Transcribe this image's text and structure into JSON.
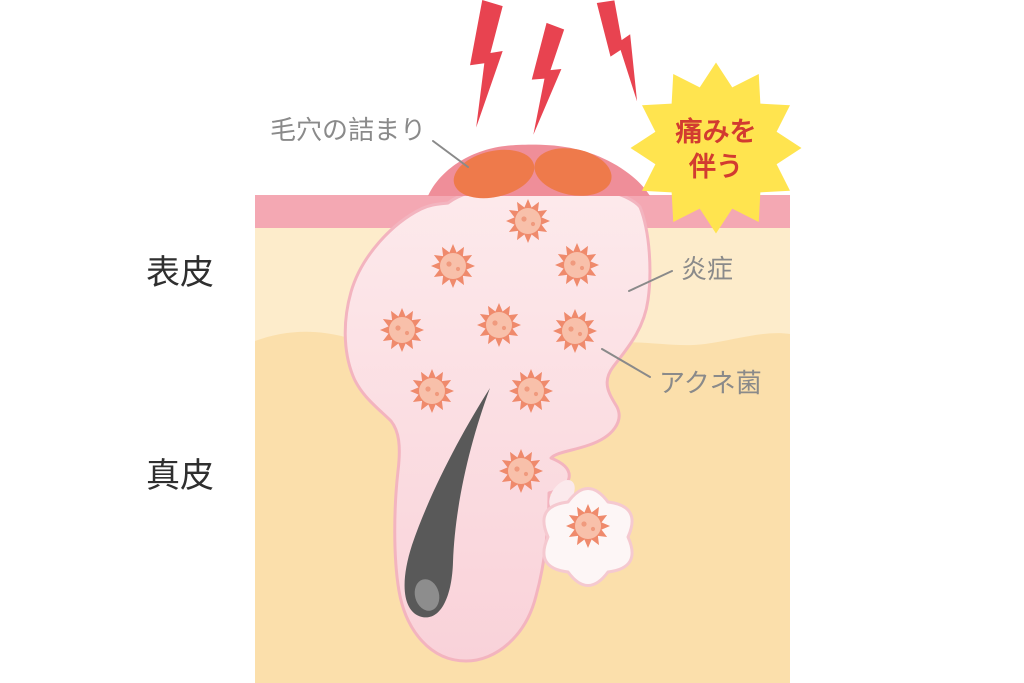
{
  "labels": {
    "epidermis": "表皮",
    "dermis": "真皮",
    "pore_clog": "毛穴の詰まり",
    "inflammation": "炎症",
    "acne_bacteria": "アクネ菌",
    "pain_badge_line1": "痛みを",
    "pain_badge_line2": "伴う"
  },
  "diagram": {
    "bacteria_count": 10,
    "lightning_bolt_count": 3
  },
  "colors": {
    "background": "#ffffff",
    "skin_surface_band": "#f4a8b3",
    "epidermis_layer": "#fdeccb",
    "dermis_layer": "#fbdfab",
    "swelling_mound": "#ef8e99",
    "pore_bump": "#ee7a4b",
    "inflamed_fill_top": "#fdeaec",
    "inflamed_fill_bottom": "#f9d2d9",
    "inflamed_outline": "#f3b4bf",
    "cyst_fill": "#fdf6f6",
    "cyst_outline": "#f5c9d0",
    "neck_fill": "#fbe9ec",
    "lightning": "#e84350",
    "pain_burst": "#ffe44f",
    "pain_text": "#d23b30",
    "bacteria_spikes": "#ef8a6c",
    "bacteria_body": "#f8c0aa",
    "bacteria_dots": "#f09a7e",
    "follicle": "#595959",
    "follicle_bulb": "#8d8d8d",
    "label_gray": "#8a8a8a",
    "label_dark": "#2f2f2f"
  }
}
